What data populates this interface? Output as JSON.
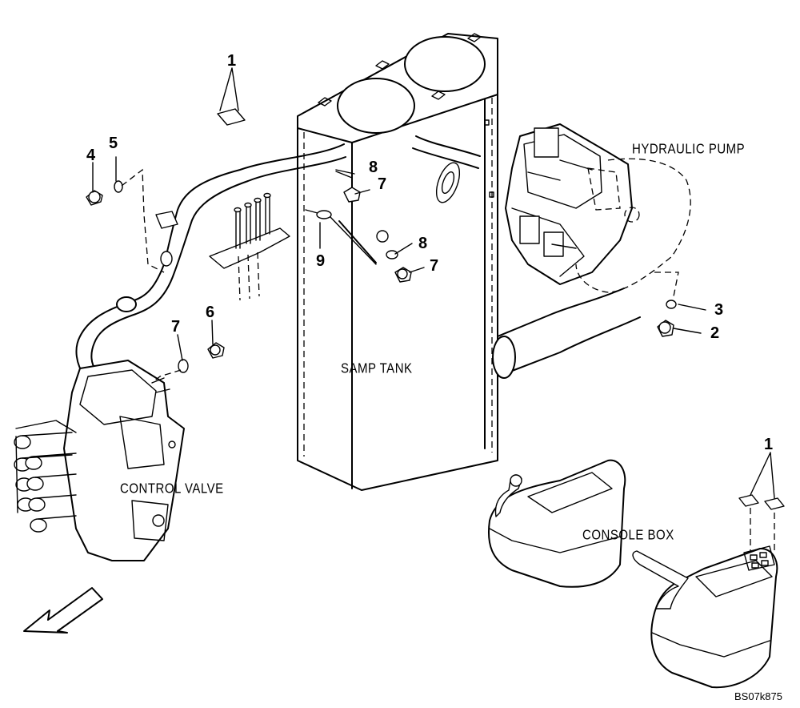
{
  "labels": {
    "hydraulic_pump": "HYDRAULIC PUMP",
    "samp_tank": "SAMP TANK",
    "control_valve": "CONTROL VALVE",
    "console_box": "CONSOLE BOX"
  },
  "callouts": {
    "c1_top": "1",
    "c1_right": "1",
    "c2": "2",
    "c3": "3",
    "c4": "4",
    "c5": "5",
    "c6": "6",
    "c7_top": "7",
    "c7_mid": "7",
    "c7_left": "7",
    "c8_top": "8",
    "c8_mid": "8",
    "c9": "9"
  },
  "drawing_code": "BS07k875",
  "icons": {
    "direction_arrow": "front-direction-arrow-icon"
  }
}
